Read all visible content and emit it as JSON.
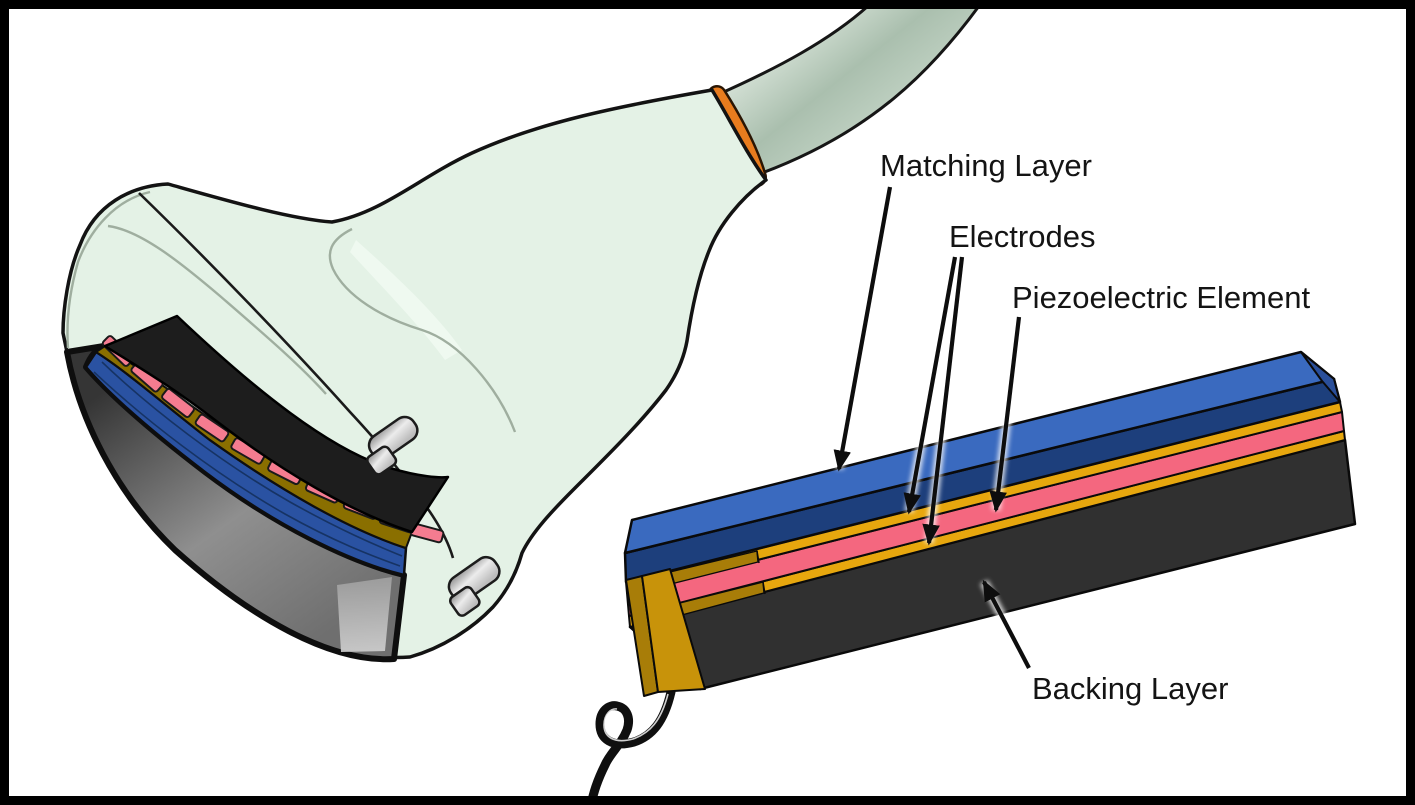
{
  "labels": {
    "matching_layer": "Matching Layer",
    "electrodes": "Electrodes",
    "piezoelectric_element": "Piezoelectric Element",
    "backing_layer": "Backing Layer"
  },
  "annotations": [
    {
      "label": "Matching Layer",
      "points_to": "blue top layer of the enlarged stack"
    },
    {
      "label": "Electrodes",
      "points_to": "two gold foil layers above and below the pink element"
    },
    {
      "label": "Piezoelectric Element",
      "points_to": "pink middle layer of the enlarged stack"
    },
    {
      "label": "Backing Layer",
      "points_to": "dark gray bottom block of the enlarged stack"
    }
  ],
  "colors": {
    "background": "#ffffff",
    "frame": "#000000",
    "text": "#141414",
    "probe_body": "#e4f2e6",
    "probe_cable_mid": "#aec3b2",
    "strain_relief_orange": "#e87c1e",
    "matching_layer_blue_top": "#3a6abf",
    "matching_layer_blue_front": "#1d3f7c",
    "matching_layer_blue_bevel": "#2a4f9a",
    "electrode_gold": "#e7a70e",
    "electrode_gold_deep": "#c8930a",
    "electrode_gold_dark": "#a87d08",
    "piezoelectric_pink": "#f4677f",
    "backing_dark": "#303030",
    "probe_matching_blue": "#2a52a2",
    "probe_electrode_olive": "#8a6f00",
    "probe_element_pink": "#f57c90",
    "probe_backing_black": "#1d1d1d",
    "lens_gray_dark": "#3c3c3c",
    "lens_gray_light": "#9b9b9b",
    "clip_gray": "#d9d9d9"
  }
}
